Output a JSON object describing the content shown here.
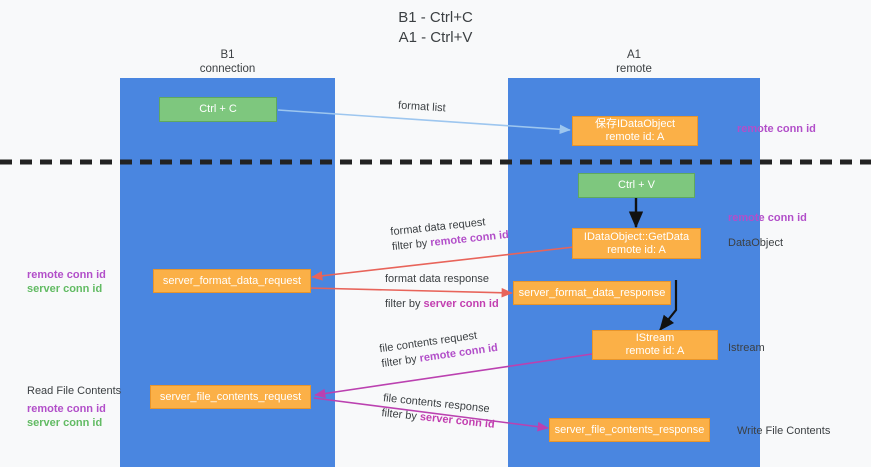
{
  "title": {
    "line1": "B1 - Ctrl+C",
    "line2": "A1 - Ctrl+V"
  },
  "columns": [
    {
      "id": "b1",
      "name": "B1",
      "sub": "connection"
    },
    {
      "id": "a1",
      "name": "A1",
      "sub": "remote"
    }
  ],
  "boxes": {
    "ctrl_c": "Ctrl + C",
    "ctrl_v": "Ctrl + V",
    "idataobject_save_l1": "保存IDataObject",
    "idataobject_save_l2": "remote id: A",
    "getdata_l1": "IDataObject::GetData",
    "getdata_l2": "remote id: A",
    "istream_l1": "IStream",
    "istream_l2": "remote id: A",
    "server_format_data_request": "server_format_data_request",
    "server_format_data_response": "server_format_data_response",
    "server_file_contents_request": "server_file_contents_request",
    "server_file_contents_response": "server_file_contents_response"
  },
  "edge_labels": {
    "format_list": "format list",
    "format_data_request": "format data request",
    "format_data_request_filter_prefix": "filter by ",
    "format_data_request_filter_key": "remote conn id",
    "format_data_response": "format data response",
    "format_data_response_filter_prefix": "filter by ",
    "format_data_response_filter_key": "server conn id",
    "file_contents_request": "file contents request",
    "file_contents_request_filter_prefix": "filter by ",
    "file_contents_request_filter_key": "remote conn id",
    "file_contents_response": "file contents response",
    "file_contents_response_filter_prefix": "filter by ",
    "file_contents_response_filter_key": "server conn id"
  },
  "annotations": {
    "right_remote_conn_id_top": "remote conn id",
    "right_remote_conn_id_mid": "remote conn id",
    "right_dataobject": "DataObject",
    "right_istream": "Istream",
    "right_write_file_contents": "Write File Contents",
    "left_remote_conn_id": "remote conn id",
    "left_server_conn_id": "server conn id",
    "left_read_file_contents": "Read File Contents",
    "left_remote_conn_id_2": "remote conn id",
    "left_server_conn_id_2": "server conn id"
  },
  "colors": {
    "lane": "#4a86e0",
    "green_box": "#7ec77e",
    "orange_box": "#fbb047",
    "purple": "#b24fc9",
    "green_text": "#62bb63",
    "red_arrow": "#e8645a",
    "magenta_arrow": "#bb41b0",
    "light_blue_arrow": "#9dc6ef",
    "divider": "#222222",
    "background": "#f8f9fa"
  }
}
